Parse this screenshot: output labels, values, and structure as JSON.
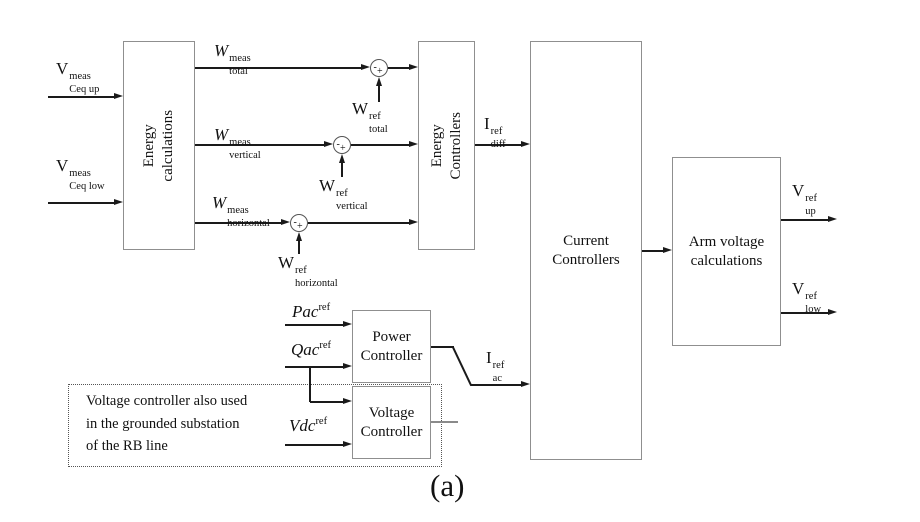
{
  "caption": "(a)",
  "colors": {
    "signal_line": "#1a1a1a",
    "block_border": "#8f8f8f",
    "secondary_line": "#8a8a8a",
    "background": "#ffffff"
  },
  "blocks": {
    "energy_calculations": "Energy calculations",
    "energy_controllers": "Energy Controllers",
    "current_controllers": "Current Controllers",
    "arm_voltage_calculations": "Arm voltage calculations",
    "power_controller": "Power Controller",
    "voltage_controller": "Voltage Controller"
  },
  "labels": {
    "v_ceq_up_meas": {
      "base": "V",
      "sup": "meas",
      "sub": "Ceq up"
    },
    "v_ceq_low_meas": {
      "base": "V",
      "sup": "meas",
      "sub": "Ceq low"
    },
    "w_total_meas": {
      "base": "W",
      "sup": "meas",
      "sub": "total"
    },
    "w_vertical_meas": {
      "base": "W",
      "sup": "meas",
      "sub": "vertical"
    },
    "w_horizontal_meas": {
      "base": "W",
      "sup": "meas",
      "sub": "horizontal"
    },
    "w_total_ref": {
      "base": "W",
      "sup": "ref",
      "sub": "total"
    },
    "w_vertical_ref": {
      "base": "W",
      "sup": "ref",
      "sub": "vertical"
    },
    "w_horizontal_ref": {
      "base": "W",
      "sup": "ref",
      "sub": "horizontal"
    },
    "i_diff_ref": {
      "base": "I",
      "sup": "ref",
      "sub": "diff"
    },
    "i_ac_ref": {
      "base": "I",
      "sup": "ref",
      "sub": "ac"
    },
    "v_up_ref": {
      "base": "V",
      "sup": "ref",
      "sub": "up"
    },
    "v_low_ref": {
      "base": "V",
      "sup": "ref",
      "sub": "low"
    },
    "pac_ref": {
      "base": "Pac",
      "sup": "ref"
    },
    "qac_ref": {
      "base": "Qac",
      "sup": "ref"
    },
    "vdc_ref": {
      "base": "Vdc",
      "sup": "ref"
    }
  },
  "sum_junction": {
    "minus": "-",
    "plus": "+"
  },
  "note_lines": [
    "Voltage controller also used",
    "in the grounded substation",
    "of the RB line"
  ]
}
